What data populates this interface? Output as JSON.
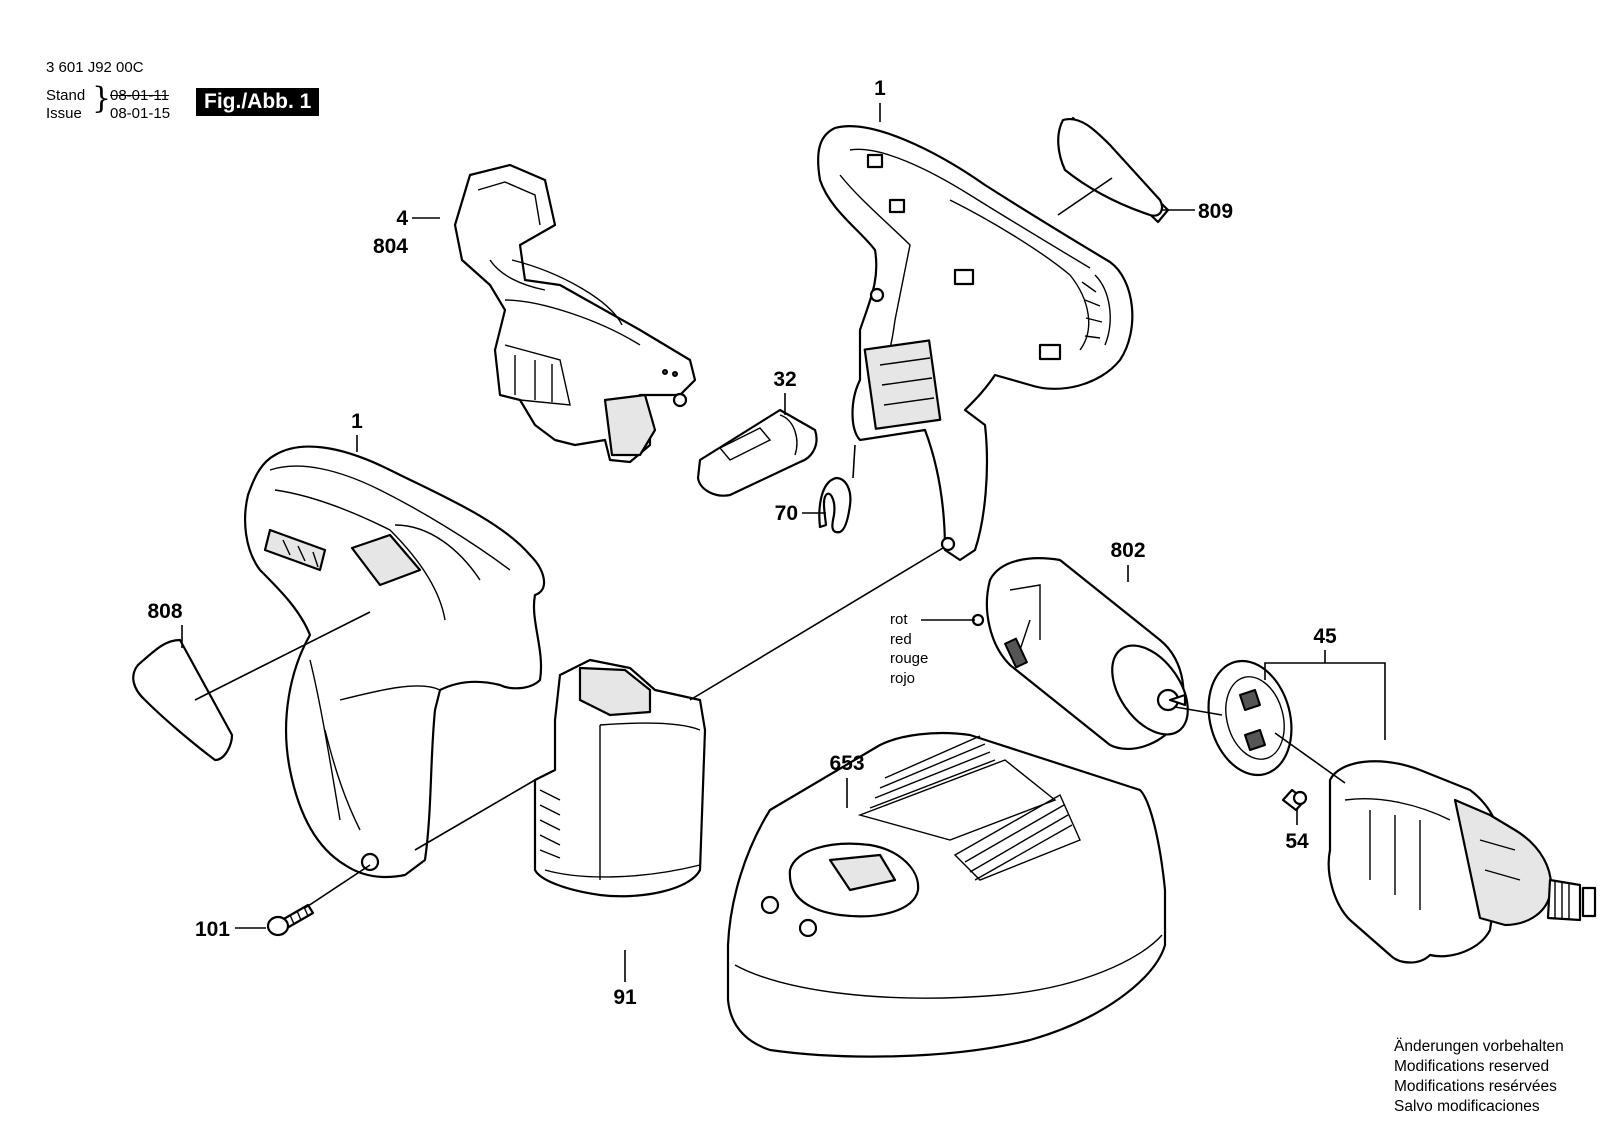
{
  "header": {
    "drawing_number": "3 601 J92 00C",
    "stand_label": "Stand",
    "issue_label": "Issue",
    "stand_date": "08-01-11",
    "issue_date": "08-01-15",
    "figure_label": "Fig./Abb. 1"
  },
  "wire_colors": [
    "rot",
    "red",
    "rouge",
    "rojo"
  ],
  "notes": [
    "Änderungen vorbehalten",
    "Modifications reserved",
    "Modifications resérvées",
    "Salvo modificaciones"
  ],
  "part_labels": {
    "housing_top": "1",
    "housing_left": "1",
    "switch": "4",
    "switch_set": "804",
    "slider": "32",
    "spring": "70",
    "nameplate_right": "809",
    "nameplate_left": "808",
    "motor": "802",
    "gearbox": "45",
    "screw_small": "54",
    "charger": "653",
    "screw": "101",
    "battery": "91"
  }
}
